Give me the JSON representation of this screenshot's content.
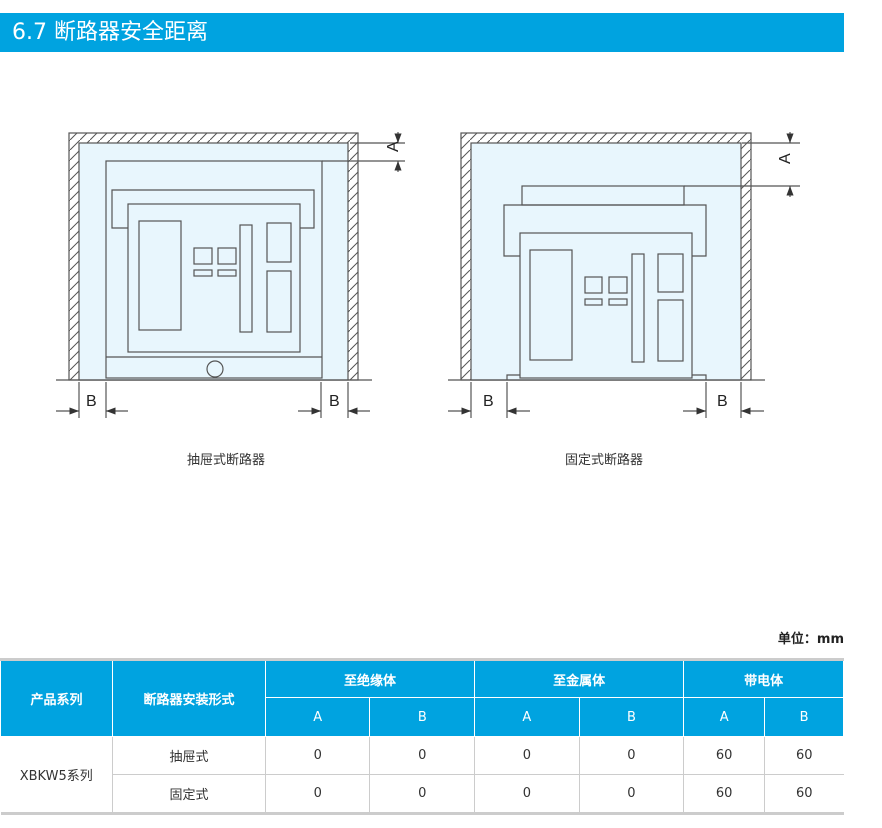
{
  "title": "6.7 断路器安全距离",
  "diagrams": [
    {
      "caption": "抽屉式断路器",
      "dim_a": "A",
      "dim_b": "B"
    },
    {
      "caption": "固定式断路器",
      "dim_a": "A",
      "dim_b": "B"
    }
  ],
  "unit": "单位：mm",
  "table": {
    "h_series": "产品系列",
    "h_type": "断路器安装形式",
    "groups": [
      "至绝缘体",
      "至金属体",
      "带电体"
    ],
    "sub": [
      "A",
      "B",
      "A",
      "B",
      "A",
      "B"
    ],
    "series": "XBKW5系列",
    "rows": [
      {
        "type": "抽屉式",
        "values": [
          "0",
          "0",
          "0",
          "0",
          "60",
          "60"
        ]
      },
      {
        "type": "固定式",
        "values": [
          "0",
          "0",
          "0",
          "0",
          "60",
          "60"
        ]
      }
    ]
  }
}
